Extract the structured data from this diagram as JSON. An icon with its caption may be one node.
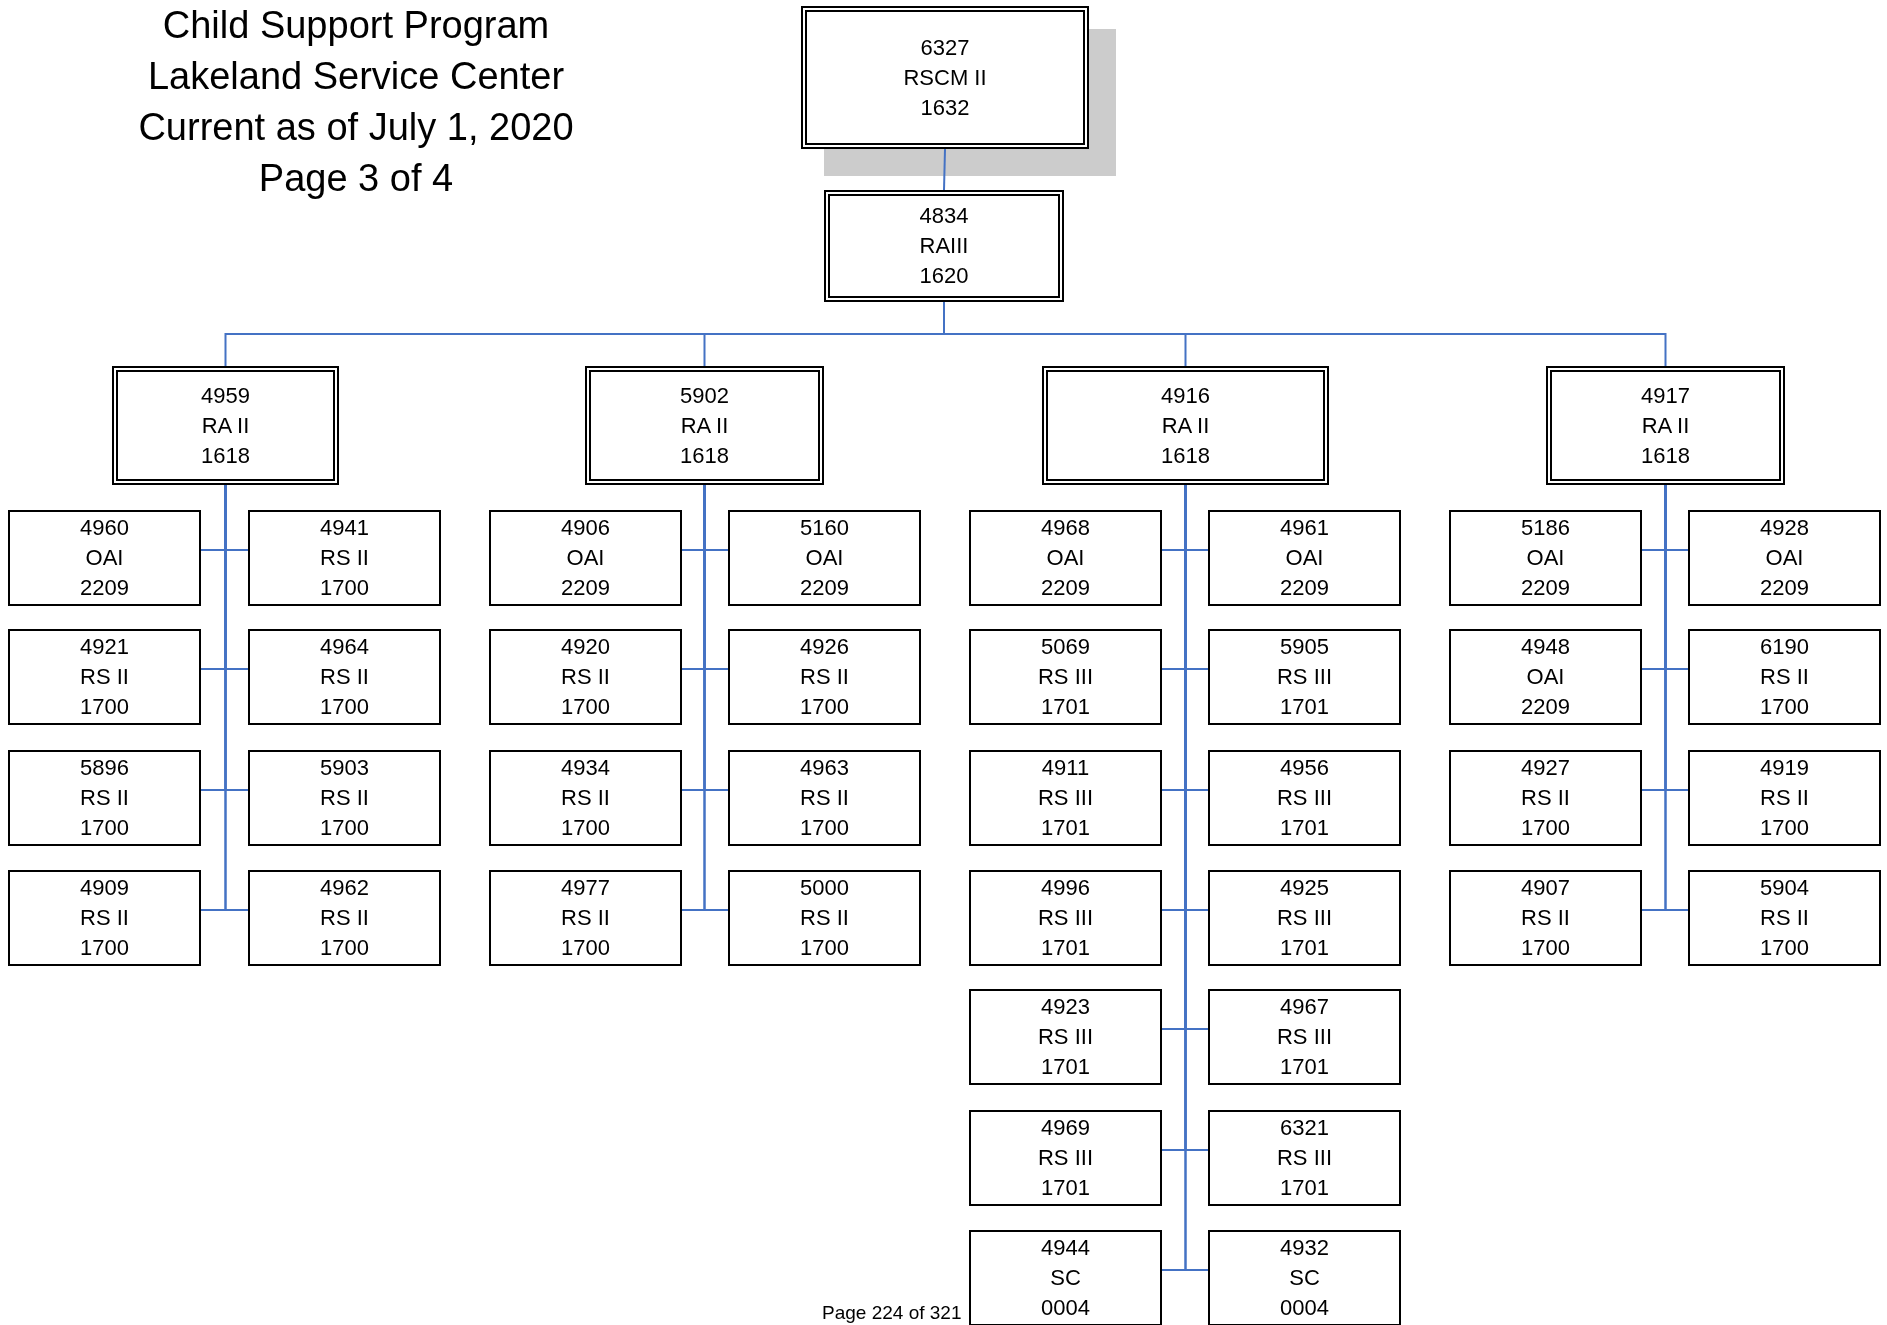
{
  "diagram": {
    "title": "Child Support Program Lakeland Service Center Current as of July 1, 2020 Page 3 of 4",
    "nodes": [
      {
        "text": [
          "6327",
          "RSCM II",
          "1632"
        ]
      },
      {
        "text": [
          "4834",
          "RAIII",
          "1620"
        ]
      },
      {
        "text": [
          "4959",
          "RA II",
          "1618"
        ]
      },
      {
        "text": [
          "5902",
          "RA II",
          "1618"
        ]
      },
      {
        "text": [
          "4916",
          "RA II",
          "1618"
        ]
      },
      {
        "text": [
          "4917",
          "RA II",
          "1618"
        ]
      },
      {
        "text": [
          "4960",
          "OAI",
          "2209"
        ]
      },
      {
        "text": [
          "4941",
          "RS II",
          "1700"
        ]
      },
      {
        "text": [
          "4921",
          "RS II",
          "1700"
        ]
      },
      {
        "text": [
          "4964",
          "RS II",
          "1700"
        ]
      },
      {
        "text": [
          "5896",
          "RS II",
          "1700"
        ]
      },
      {
        "text": [
          "5903",
          "RS II",
          "1700"
        ]
      },
      {
        "text": [
          "4909",
          "RS II",
          "1700"
        ]
      },
      {
        "text": [
          "4962",
          "RS II",
          "1700"
        ]
      },
      {
        "text": [
          "4906",
          "OAI",
          "2209"
        ]
      },
      {
        "text": [
          "5160",
          "OAI",
          "2209"
        ]
      },
      {
        "text": [
          "4920",
          "RS II",
          "1700"
        ]
      },
      {
        "text": [
          "4926",
          "RS II",
          "1700"
        ]
      },
      {
        "text": [
          "4934",
          "RS II",
          "1700"
        ]
      },
      {
        "text": [
          "4963",
          "RS II",
          "1700"
        ]
      },
      {
        "text": [
          "4977",
          "RS II",
          "1700"
        ]
      },
      {
        "text": [
          "5000",
          "RS II",
          "1700"
        ]
      },
      {
        "text": [
          "4968",
          "OAI",
          "2209"
        ]
      },
      {
        "text": [
          "4961",
          "OAI",
          "2209"
        ]
      },
      {
        "text": [
          "5069",
          "RS III",
          "1701"
        ]
      },
      {
        "text": [
          "5905",
          "RS III",
          "1701"
        ]
      },
      {
        "text": [
          "4911",
          "RS III",
          "1701"
        ]
      },
      {
        "text": [
          "4956",
          "RS III",
          "1701"
        ]
      },
      {
        "text": [
          "4996",
          "RS III",
          "1701"
        ]
      },
      {
        "text": [
          "4925",
          "RS III",
          "1701"
        ]
      },
      {
        "text": [
          "4923",
          "RS III",
          "1701"
        ]
      },
      {
        "text": [
          "4967",
          "RS III",
          "1701"
        ]
      },
      {
        "text": [
          "4969",
          "RS III",
          "1701"
        ]
      },
      {
        "text": [
          "6321",
          "RS III",
          "1701"
        ]
      },
      {
        "text": [
          "4944",
          "SC",
          "0004"
        ]
      },
      {
        "text": [
          "4932",
          "SC",
          "0004"
        ]
      },
      {
        "text": [
          "5186",
          "OAI",
          "2209"
        ]
      },
      {
        "text": [
          "4928",
          "OAI",
          "2209"
        ]
      },
      {
        "text": [
          "4948",
          "OAI",
          "2209"
        ]
      },
      {
        "text": [
          "6190",
          "RS II",
          "1700"
        ]
      },
      {
        "text": [
          "4927",
          "RS II",
          "1700"
        ]
      },
      {
        "text": [
          "4919",
          "RS II",
          "1700"
        ]
      },
      {
        "text": [
          "4907",
          "RS II",
          "1700"
        ]
      },
      {
        "text": [
          "5904",
          "RS II",
          "1700"
        ]
      }
    ],
    "edges": [
      {
        "from": 0,
        "to": 1,
        "arrow": "none"
      },
      {
        "from": 1,
        "to": 2,
        "arrow": "none"
      },
      {
        "from": 1,
        "to": 3,
        "arrow": "none"
      },
      {
        "from": 1,
        "to": 4,
        "arrow": "none"
      },
      {
        "from": 1,
        "to": 5,
        "arrow": "none"
      },
      {
        "from": 2,
        "to": 6,
        "arrow": "none"
      },
      {
        "from": 2,
        "to": 7,
        "arrow": "none"
      },
      {
        "from": 2,
        "to": 8,
        "arrow": "none"
      },
      {
        "from": 2,
        "to": 9,
        "arrow": "none"
      },
      {
        "from": 2,
        "to": 10,
        "arrow": "none"
      },
      {
        "from": 2,
        "to": 11,
        "arrow": "none"
      },
      {
        "from": 2,
        "to": 12,
        "arrow": "none"
      },
      {
        "from": 2,
        "to": 13,
        "arrow": "none"
      },
      {
        "from": 3,
        "to": 14,
        "arrow": "none"
      },
      {
        "from": 3,
        "to": 15,
        "arrow": "none"
      },
      {
        "from": 3,
        "to": 16,
        "arrow": "none"
      },
      {
        "from": 3,
        "to": 17,
        "arrow": "none"
      },
      {
        "from": 3,
        "to": 18,
        "arrow": "none"
      },
      {
        "from": 3,
        "to": 19,
        "arrow": "none"
      },
      {
        "from": 3,
        "to": 20,
        "arrow": "none"
      },
      {
        "from": 3,
        "to": 21,
        "arrow": "none"
      },
      {
        "from": 4,
        "to": 22,
        "arrow": "none"
      },
      {
        "from": 4,
        "to": 23,
        "arrow": "none"
      },
      {
        "from": 4,
        "to": 24,
        "arrow": "none"
      },
      {
        "from": 4,
        "to": 25,
        "arrow": "none"
      },
      {
        "from": 4,
        "to": 26,
        "arrow": "none"
      },
      {
        "from": 4,
        "to": 27,
        "arrow": "none"
      },
      {
        "from": 4,
        "to": 28,
        "arrow": "none"
      },
      {
        "from": 4,
        "to": 29,
        "arrow": "none"
      },
      {
        "from": 4,
        "to": 30,
        "arrow": "none"
      },
      {
        "from": 4,
        "to": 31,
        "arrow": "none"
      },
      {
        "from": 4,
        "to": 32,
        "arrow": "none"
      },
      {
        "from": 4,
        "to": 33,
        "arrow": "none"
      },
      {
        "from": 4,
        "to": 34,
        "arrow": "none"
      },
      {
        "from": 4,
        "to": 35,
        "arrow": "none"
      },
      {
        "from": 5,
        "to": 36,
        "arrow": "none"
      },
      {
        "from": 5,
        "to": 37,
        "arrow": "none"
      },
      {
        "from": 5,
        "to": 38,
        "arrow": "none"
      },
      {
        "from": 5,
        "to": 39,
        "arrow": "none"
      },
      {
        "from": 5,
        "to": 40,
        "arrow": "none"
      },
      {
        "from": 5,
        "to": 41,
        "arrow": "none"
      },
      {
        "from": 5,
        "to": 42,
        "arrow": "none"
      },
      {
        "from": 5,
        "to": 43,
        "arrow": "none"
      }
    ],
    "labels": [
      "Page 224 of 321"
    ]
  }
}
